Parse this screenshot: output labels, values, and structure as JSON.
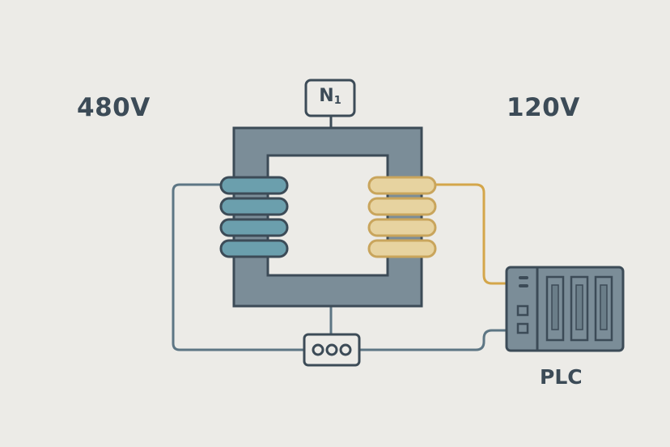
{
  "labels": {
    "primary_voltage": "480V",
    "secondary_voltage": "120V",
    "turns_symbol": "N",
    "turns_subscript": "1",
    "controller": "PLC"
  },
  "colors": {
    "background": "#ecebe7",
    "core_fill": "#7b8d98",
    "outline": "#3c4b57",
    "primary_coil": "#6b9fad",
    "secondary_coil": "#e7d3a0",
    "secondary_coil_stroke": "#c9a55c",
    "primary_wire": "#5d7684",
    "secondary_wire": "#d4a64a",
    "plc_fill": "#7b8d98"
  },
  "icons": {
    "terminal_block": "three-dot-connector-icon",
    "plc_unit": "plc-module-icon"
  }
}
